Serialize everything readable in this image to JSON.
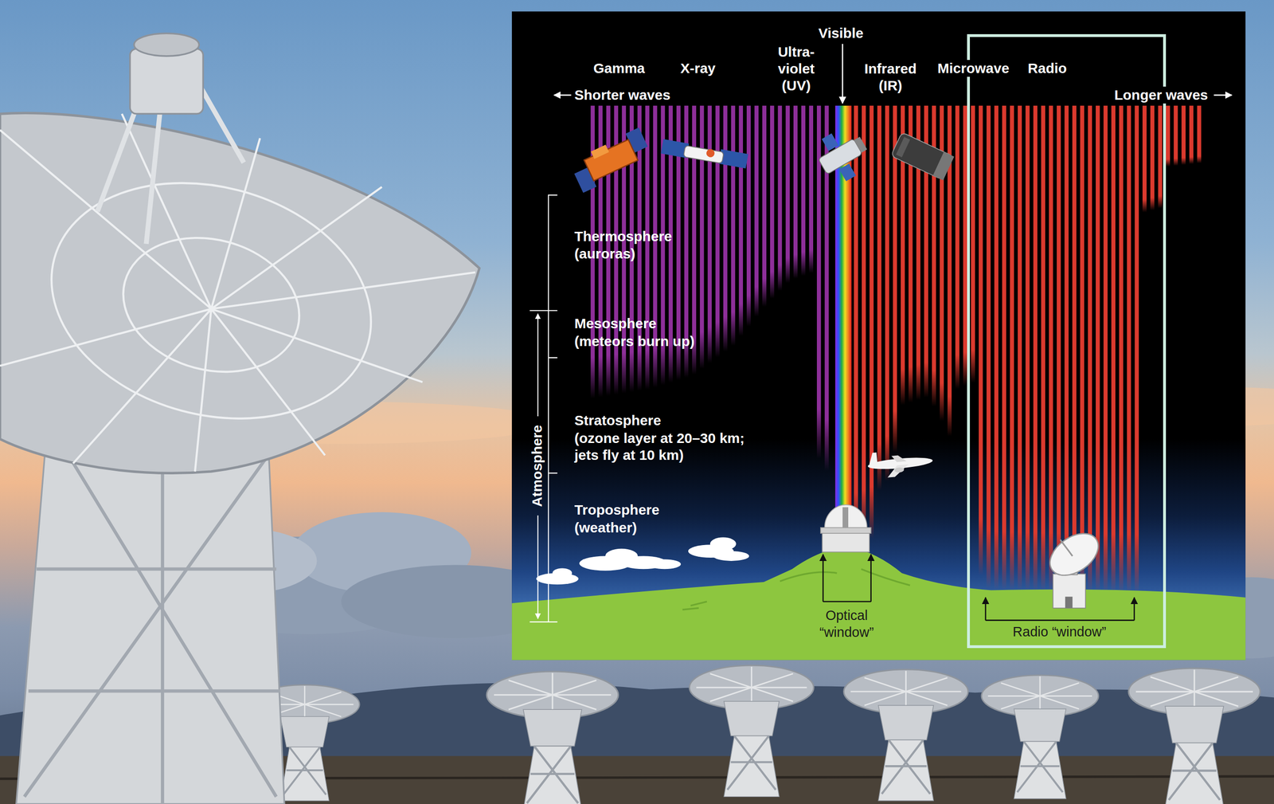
{
  "diagram": {
    "nodes": [
      {
        "text": [
          "Radio",
          "Radio “window”"
        ]
      }
    ],
    "labels": [
      "Visible",
      "Gamma",
      "X-ray",
      "Ultra- violet (UV)",
      "Infrared (IR)",
      "Microwave",
      "Shorter waves",
      "Longer waves",
      "Thermosphere",
      "(auroras)",
      "Mesosphere",
      "(meteors burn up)",
      "Stratosphere",
      "(ozone layer at 20–30 km; jets fly at 10 km)",
      "Troposphere",
      "(weather)",
      "Atmosphere",
      "Optical “window”"
    ]
  }
}
